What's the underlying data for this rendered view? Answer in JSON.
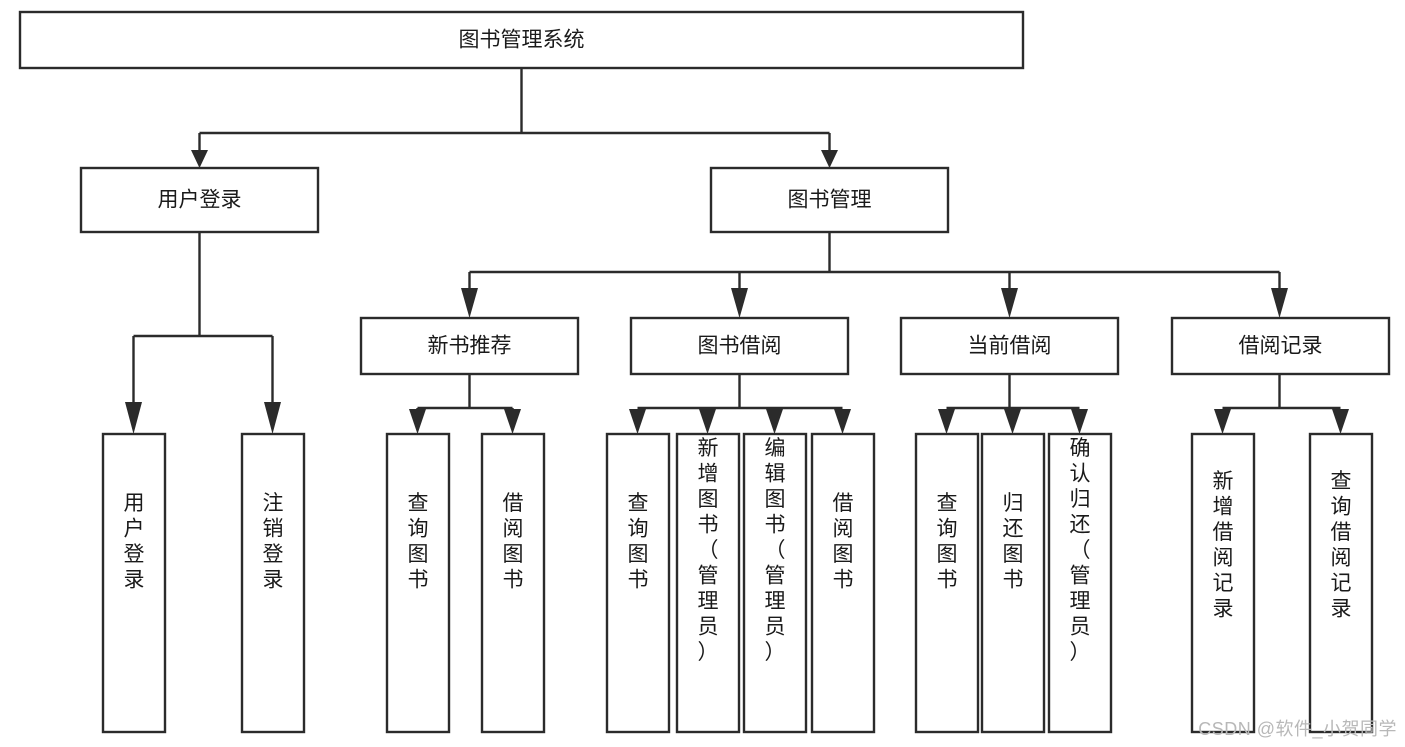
{
  "diagram": {
    "type": "tree-hierarchy-chart",
    "title": "图书管理系统",
    "background_color": "#ffffff",
    "box_stroke_color": "#2b2b2b",
    "text_color": "#1a1a1a",
    "levels": {
      "root": {
        "label": "图书管理系统"
      },
      "level2": [
        {
          "label": "用户登录"
        },
        {
          "label": "图书管理"
        }
      ],
      "level3": [
        {
          "label": "新书推荐"
        },
        {
          "label": "图书借阅"
        },
        {
          "label": "当前借阅"
        },
        {
          "label": "借阅记录"
        }
      ],
      "leaves": [
        {
          "label": "用户登录",
          "parent": "用户登录"
        },
        {
          "label": "注销登录",
          "parent": "用户登录"
        },
        {
          "label": "查询图书",
          "parent": "新书推荐"
        },
        {
          "label": "借阅图书",
          "parent": "新书推荐"
        },
        {
          "label": "查询图书",
          "parent": "图书借阅"
        },
        {
          "label": "新增图书（管理员）",
          "parent": "图书借阅"
        },
        {
          "label": "编辑图书（管理员）",
          "parent": "图书借阅"
        },
        {
          "label": "借阅图书",
          "parent": "图书借阅"
        },
        {
          "label": "查询图书",
          "parent": "当前借阅"
        },
        {
          "label": "归还图书",
          "parent": "当前借阅"
        },
        {
          "label": "确认归还（管理员）",
          "parent": "当前借阅"
        },
        {
          "label": "新增借阅记录",
          "parent": "借阅记录"
        },
        {
          "label": "查询借阅记录",
          "parent": "借阅记录"
        }
      ]
    }
  },
  "watermark": {
    "text": "CSDN @软件_小贺同学",
    "color": "#b8b8b8"
  }
}
